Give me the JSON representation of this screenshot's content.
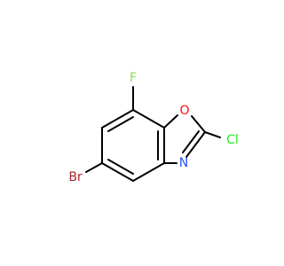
{
  "molecule": {
    "atoms": {
      "F": {
        "text": "F",
        "color": "#90E050"
      },
      "O": {
        "text": "O",
        "color": "#FF0D0D"
      },
      "Cl": {
        "text": "Cl",
        "color": "#1FF01F"
      },
      "N": {
        "text": "N",
        "color": "#3050F8"
      },
      "Br": {
        "text": "Br",
        "color": "#A62929"
      }
    },
    "bond_color": "#000000",
    "background": "#ffffff"
  }
}
